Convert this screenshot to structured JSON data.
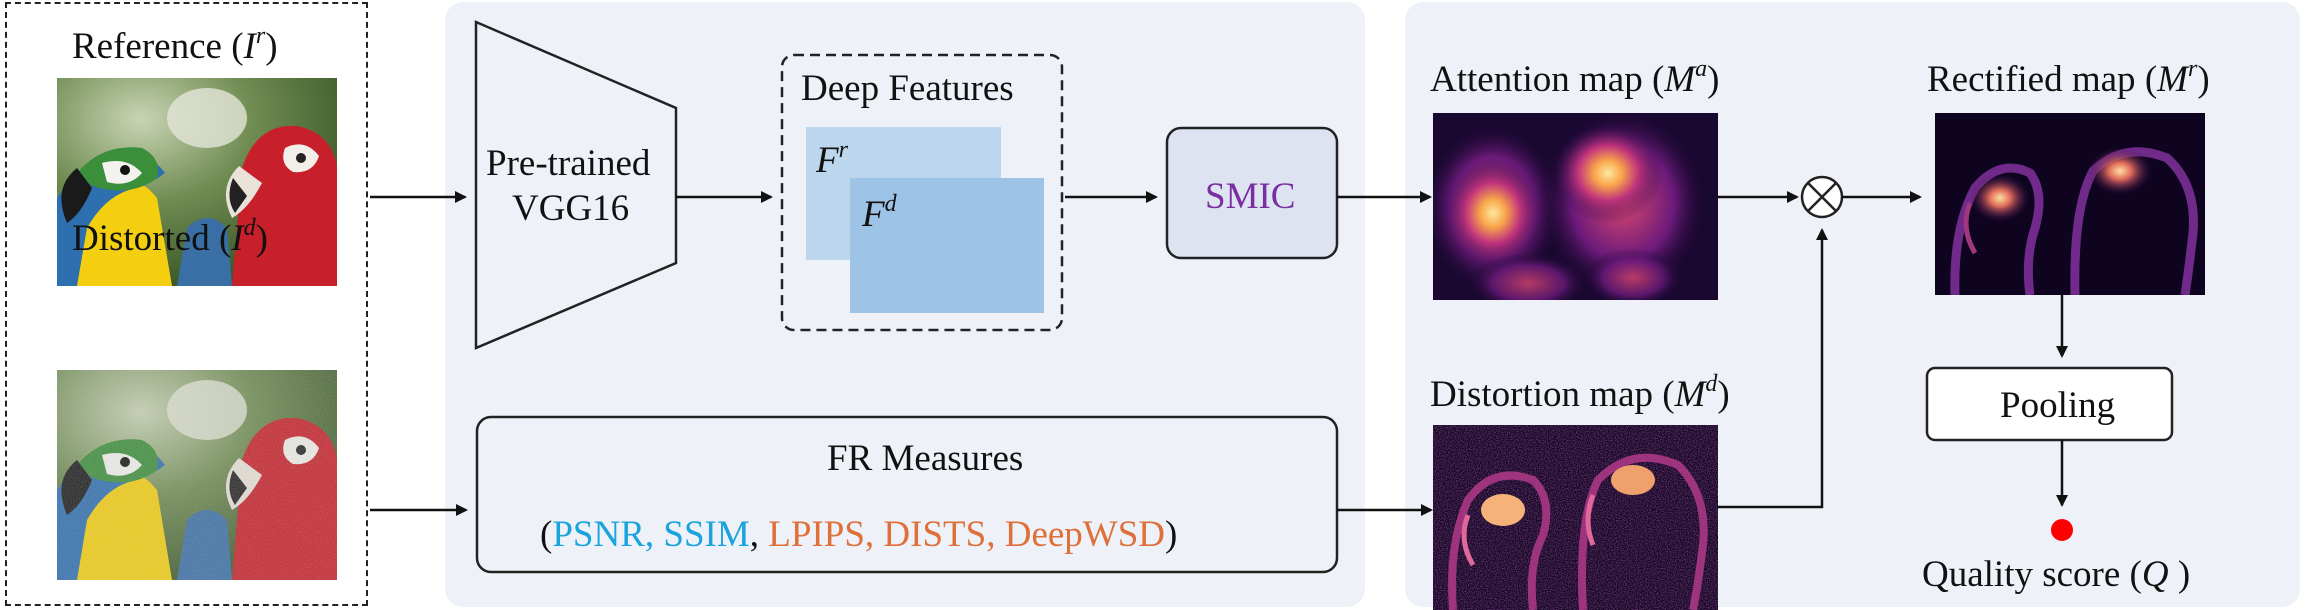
{
  "inputs": {
    "reference": {
      "label": "Reference",
      "symbol": "I",
      "sup": "r"
    },
    "distorted": {
      "label": "Distorted",
      "symbol": "I",
      "sup": "d"
    }
  },
  "backbone": {
    "line1": "Pre-trained",
    "line2": "VGG16"
  },
  "deep_features": {
    "title": "Deep Features",
    "fr": {
      "symbol": "F",
      "sup": "r"
    },
    "fd": {
      "symbol": "F",
      "sup": "d"
    }
  },
  "smic": {
    "label": "SMIC"
  },
  "fr_measures": {
    "title": "FR Measures",
    "open": "(",
    "close": ")",
    "list_blue": "PSNR, SSIM",
    "sep": ",",
    "list_orange": "LPIPS, DISTS, DeepWSD"
  },
  "maps": {
    "attention": {
      "label": "Attention map",
      "symbol": "M",
      "sup": "a"
    },
    "distortion": {
      "label": "Distortion map",
      "symbol": "M",
      "sup": "d"
    },
    "rectified": {
      "label": "Rectified map",
      "symbol": "M",
      "sup": "r"
    }
  },
  "pooling": {
    "label": "Pooling"
  },
  "quality": {
    "label": "Quality score",
    "symbol": "Q"
  },
  "colors": {
    "panel_bg": "#eef2f8",
    "fr_blue": "#1aa3dc",
    "fr_orange": "#e0703a",
    "smic_text": "#7a2fa0",
    "smic_fill": "#dde3f0",
    "feature_light": "#bcd6ee",
    "feature_dark": "#9dc3e6",
    "score_dot": "#ff0000"
  }
}
